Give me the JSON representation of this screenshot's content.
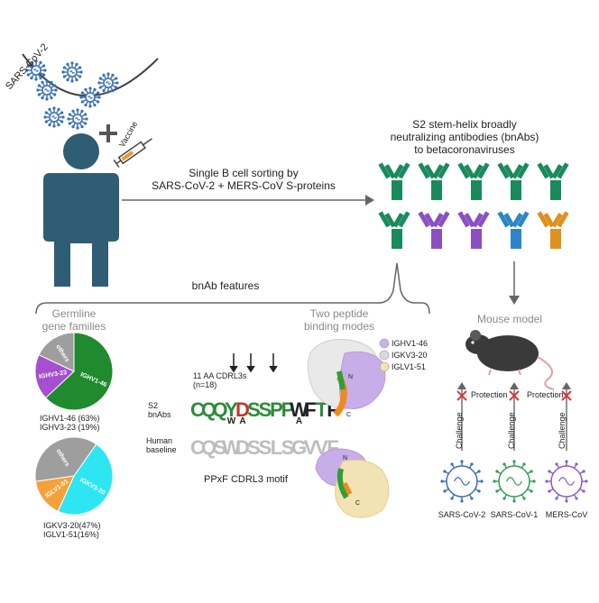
{
  "virus_label": "SARS-CoV-2",
  "vaccine_label": "Vaccine",
  "sorting_text": [
    "Single B cell sorting by",
    "SARS-CoV-2 + MERS-CoV S-proteins"
  ],
  "bnab_title": [
    "S2 stem-helix broadly",
    "neutralizing antibodies (bnAbs)",
    "to betacoronaviruses"
  ],
  "features_label": "bnAb features",
  "germline": {
    "title": [
      "Germline",
      "gene families"
    ],
    "s2_label": [
      "S2",
      "bnAbs"
    ],
    "baseline_label": [
      "Human",
      "baseline"
    ],
    "heavy_pie": {
      "slices": [
        {
          "label": "IGHV1-46",
          "percent": 63,
          "color": "#1f8a2e"
        },
        {
          "label": "IGHV3-23",
          "percent": 19,
          "color": "#a64fcf"
        },
        {
          "label": "others",
          "percent": 18,
          "color": "#9e9e9e"
        }
      ],
      "caption": [
        "IGHV1-46 (63%)",
        "IGHV3-23 (19%)"
      ]
    },
    "light_pie": {
      "slices": [
        {
          "label": "IGKV3-20",
          "percent": 47,
          "color": "#2ee6f2"
        },
        {
          "label": "IGLV1-51",
          "percent": 16,
          "color": "#f5a13b"
        },
        {
          "label": "others",
          "percent": 37,
          "color": "#9e9e9e"
        }
      ],
      "caption": [
        "IGKV3-20(47%)",
        "IGLV1-51(16%)"
      ]
    }
  },
  "logo": {
    "title": [
      "11 AA CDRL3s",
      "(n=18)"
    ],
    "top_sequence": [
      "C",
      "Q",
      "Q",
      "Y",
      "D",
      "S",
      "S",
      "P",
      "P",
      "W",
      "F",
      "T",
      "F"
    ],
    "top_under": [
      "",
      "",
      "",
      "W",
      "A",
      "",
      "",
      "",
      "",
      "A",
      "",
      "",
      ""
    ],
    "baseline_sequence": [
      "C",
      "Q",
      "S",
      "W",
      "D",
      "S",
      "S",
      "L",
      "S",
      "G",
      "V",
      "V",
      "F"
    ],
    "motif_label": "PPxF CDRL3 motif"
  },
  "binding": {
    "title": [
      "Two peptide",
      "binding modes"
    ],
    "legend": [
      {
        "label": "IGHV1-46",
        "color": "#c9b3e8"
      },
      {
        "label": "IGKV3-20",
        "color": "#d9d9d9"
      },
      {
        "label": "IGLV1-51",
        "color": "#f3e2b3"
      }
    ],
    "termini": [
      "N",
      "C"
    ]
  },
  "mouse": {
    "title": "Mouse model",
    "protection": [
      "Protection",
      "Protection"
    ],
    "challenge": [
      "Challenge",
      "Challenge",
      "Challenge"
    ],
    "viruses": [
      {
        "name": "SARS-CoV-2",
        "color": "#3a6fb7"
      },
      {
        "name": "SARS-CoV-1",
        "color": "#2f9e52"
      },
      {
        "name": "MERS-CoV",
        "color": "#8b5cc2"
      }
    ]
  },
  "antibody_colors": {
    "row1": [
      "#1a8a5c",
      "#1a8a5c",
      "#1a8a5c",
      "#1a8a5c",
      "#1a8a5c"
    ],
    "row2": [
      "#1a8a5c",
      "#8b4fc4",
      "#8b4fc4",
      "#2a86c9",
      "#e0901c"
    ]
  }
}
